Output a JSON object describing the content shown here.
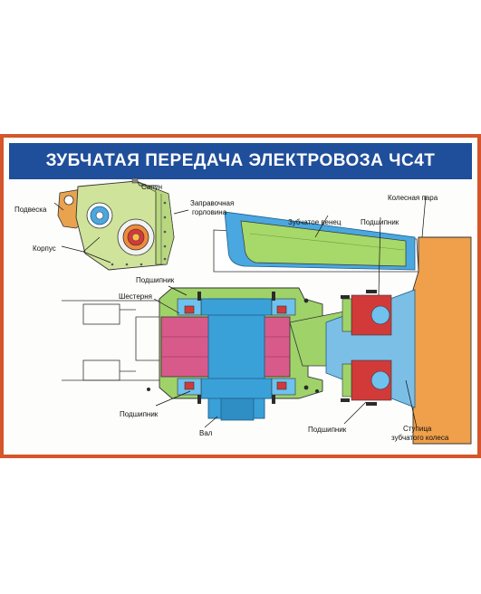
{
  "title": "ЗУБЧАТАЯ ПЕРЕДАЧА ЭЛЕКТРОВОЗА ЧС4Т",
  "colors": {
    "frame": "#d4562a",
    "title_bar": "#1f4e9a",
    "housing_green": "#9fd36a",
    "shaft_blue": "#3aa0d8",
    "gear_pink": "#d85a8a",
    "bearing_red": "#d23a3a",
    "wheel_orange": "#f0a04a"
  },
  "labels": {
    "sapun": "Сапун",
    "zapravochnaya": "Заправочная",
    "gorlovina": "горловина",
    "podveska": "Подвеска",
    "korpus": "Корпус",
    "kolesnaya_para": "Колесная пара",
    "zubchatoe_venec": "Зубчатое венец",
    "podshipnik_top_right": "Подшипник",
    "podshipnik_top_left": "Подшипник",
    "shesternya": "Шестерня",
    "podshipnik_bottom_left": "Подшипник",
    "val": "Вал",
    "podshipnik_bottom_right": "Подшипник",
    "stupica_1": "Ступица",
    "stupica_2": "зубчатого колеса"
  }
}
